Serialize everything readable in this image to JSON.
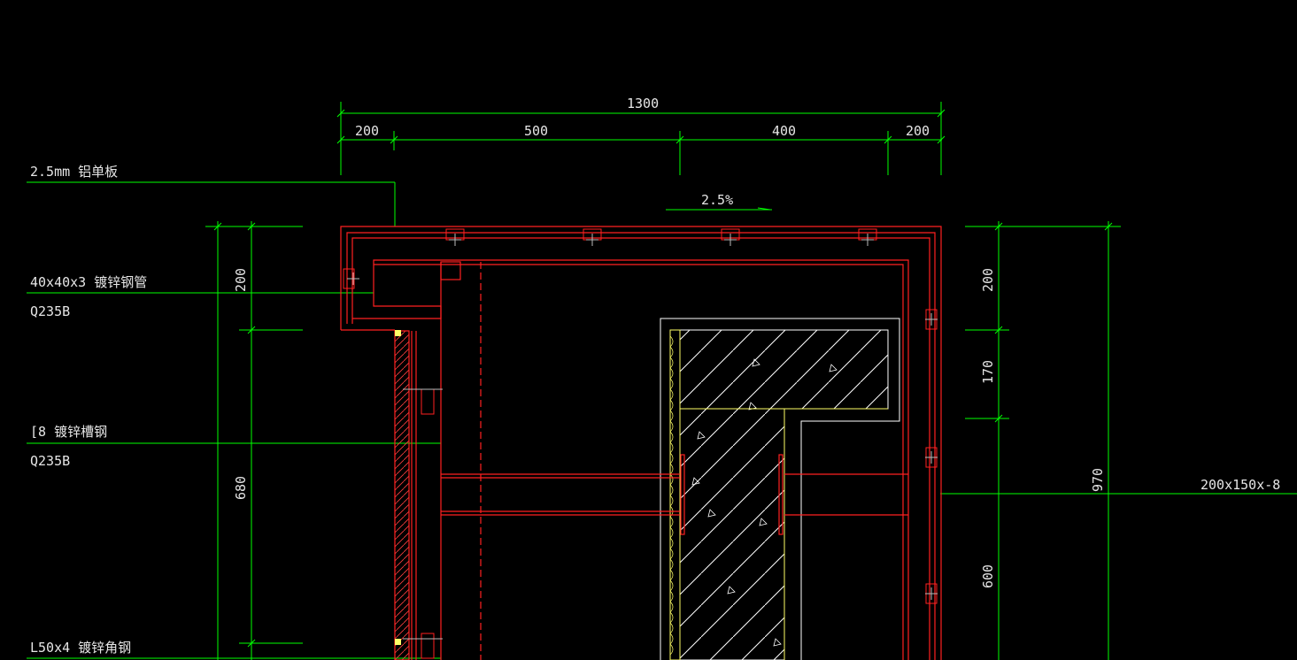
{
  "colors": {
    "background": "#000000",
    "dimension_lines": "#00ff00",
    "cladding": "#ff2020",
    "concrete": "#ffffff",
    "insulation": "#ffff66",
    "text": "#e6e6e6"
  },
  "dimensions": {
    "overall_width": "1300",
    "seg_1": "200",
    "seg_2": "500",
    "seg_3": "400",
    "seg_4": "200",
    "slope": "2.5%",
    "left_upper": "200",
    "left_lower": "680",
    "right_upper": "200",
    "right_middle": "170",
    "right_lower": "600",
    "right_total": "970"
  },
  "labels": {
    "aluminum_panel": "2.5mm 铝单板",
    "steel_tube": "40x40x3 镀锌钢管",
    "steel_tube_grade": "Q235B",
    "channel_steel": "[8 镀锌槽钢",
    "channel_steel_grade": "Q235B",
    "angle_steel": "L50x4 镀锌角钢",
    "embed_plate": "200x150x-8"
  }
}
